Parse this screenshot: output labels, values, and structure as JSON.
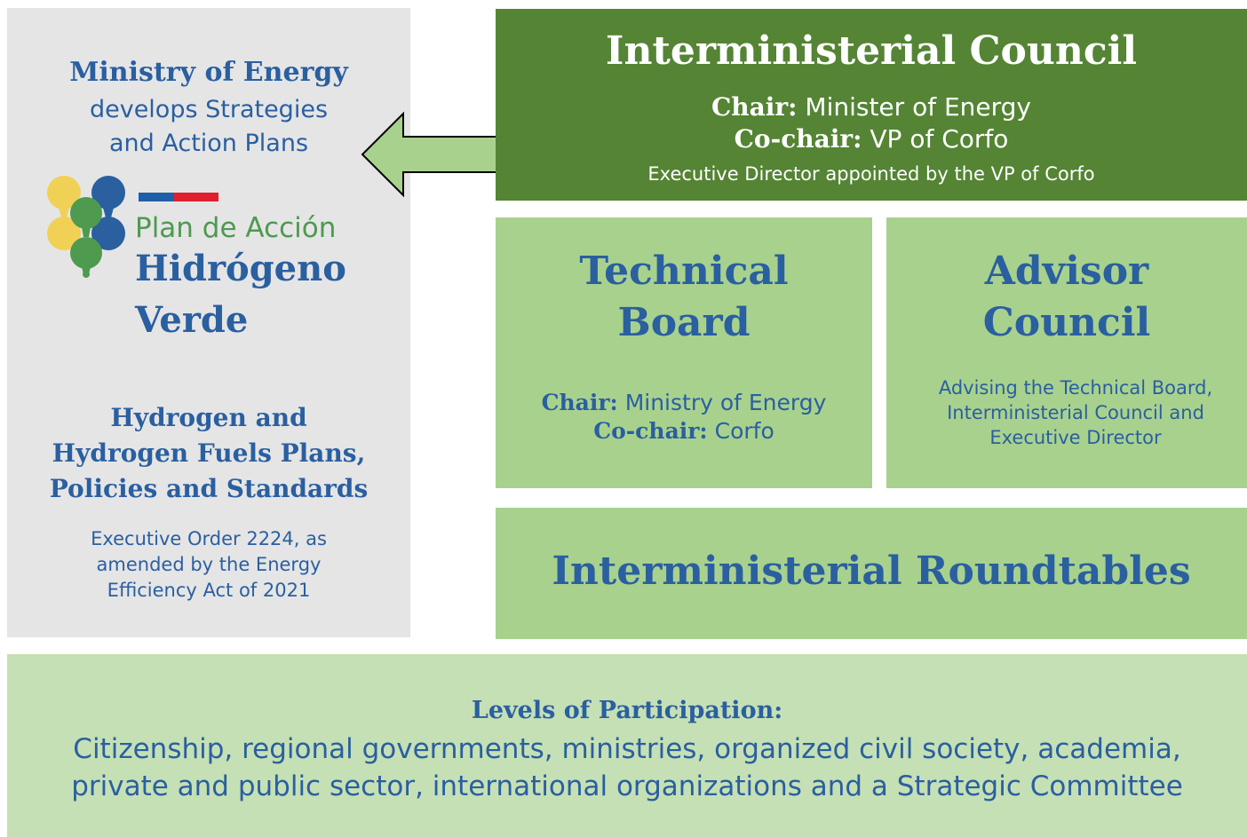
{
  "ministry": {
    "title": "Ministry of Energy",
    "subtitle_line1": "develops Strategies",
    "subtitle_line2": "and Action Plans"
  },
  "logo": {
    "line1": "Plan de Acción",
    "line2": "Hidrógeno",
    "line3": "Verde"
  },
  "plans": {
    "line1": "Hydrogen and",
    "line2": "Hydrogen Fuels Plans,",
    "line3": "Policies and Standards"
  },
  "exec_order": {
    "line1": "Executive Order 2224, as",
    "line2": "amended by the Energy",
    "line3": "Efficiency Act of 2021"
  },
  "council": {
    "title": "Interministerial Council",
    "chair_label": "Chair:",
    "chair_value": "Minister of Energy",
    "cochair_label": "Co-chair:",
    "cochair_value": "VP of Corfo",
    "exec_director": "Executive Director appointed by the VP of Corfo"
  },
  "technical_board": {
    "title_line1": "Technical",
    "title_line2": "Board",
    "chair_label": "Chair:",
    "chair_value": "Ministry of Energy",
    "cochair_label": "Co-chair:",
    "cochair_value": "Corfo"
  },
  "advisor_council": {
    "title_line1": "Advisor",
    "title_line2": "Council",
    "desc_line1": "Advising the Technical Board,",
    "desc_line2": "Interministerial Council and",
    "desc_line3": "Executive Director"
  },
  "roundtables": {
    "title": "Interministerial Roundtables"
  },
  "participation": {
    "title": "Levels of Participation:",
    "line1": "Citizenship, regional governments, ministries, organized civil society, academia,",
    "line2": "private and public sector, international organizations and a Strategic Committee"
  },
  "colors": {
    "dark_green": "#548434",
    "light_green": "#a8d18e",
    "pale_green": "#c5e0b4",
    "gray": "#e5e5e6",
    "text_blue": "#2a5fa0",
    "arrow_fill": "#a9d18e"
  },
  "icons": {
    "arrow": "arrow-left-icon",
    "logo": "hydrogen-drops-logo"
  }
}
